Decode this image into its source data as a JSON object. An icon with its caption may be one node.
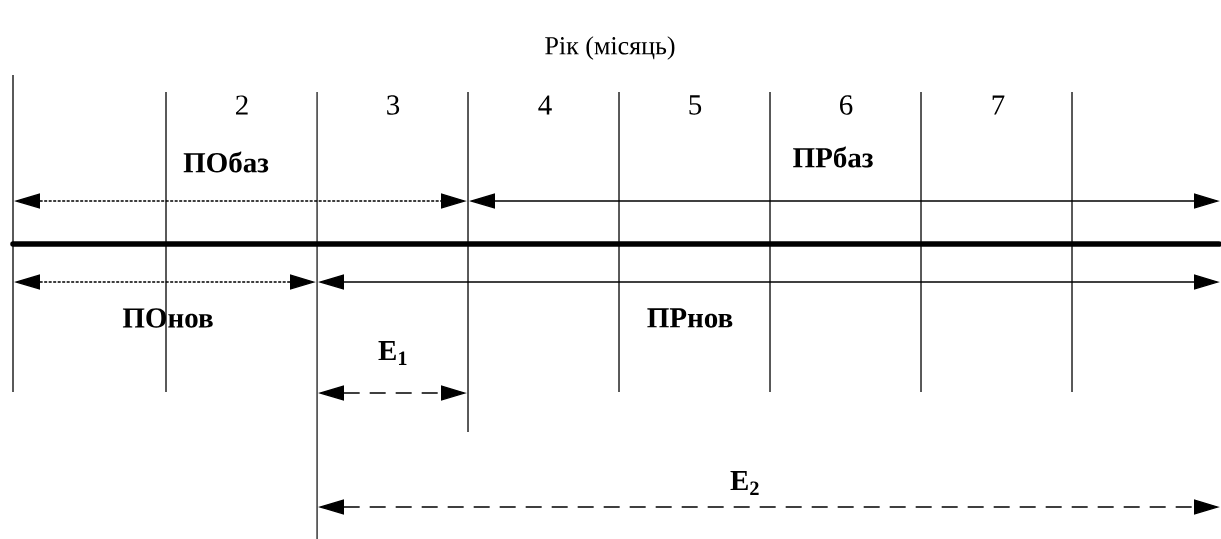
{
  "diagram": {
    "title": "Рік (місяць)",
    "labels": [
      "2",
      "3",
      "4",
      "5",
      "6",
      "7",
      "ПОбаз",
      "ПРбаз",
      "ПОнов",
      "ПРнов",
      "E$_{1}$",
      "E$_{2}$"
    ]
  }
}
